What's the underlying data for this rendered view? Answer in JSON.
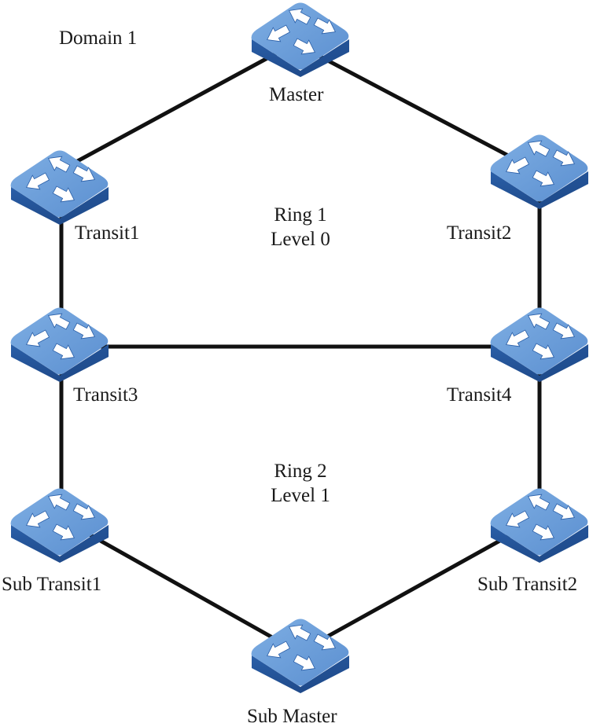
{
  "domain_label": "Domain 1",
  "colors": {
    "switch_top": "#5b8fd0",
    "switch_top_light": "#7eaee3",
    "switch_side": "#2a5fa8",
    "switch_side_dark": "#1f4a8a",
    "arrow": "#ffffff",
    "link": "#111111"
  },
  "nodes": [
    {
      "id": "master",
      "label": "Master",
      "role": "master",
      "ring": "Ring 1"
    },
    {
      "id": "transit1",
      "label": "Transit1",
      "role": "transit",
      "ring": "Ring 1"
    },
    {
      "id": "transit2",
      "label": "Transit2",
      "role": "transit",
      "ring": "Ring 1"
    },
    {
      "id": "transit3",
      "label": "Transit3",
      "role": "transit",
      "ring": "Ring 1"
    },
    {
      "id": "transit4",
      "label": "Transit4",
      "role": "transit",
      "ring": "Ring 1"
    },
    {
      "id": "subtransit1",
      "label": "Sub Transit1",
      "role": "sub-transit",
      "ring": "Ring 2"
    },
    {
      "id": "subtransit2",
      "label": "Sub Transit2",
      "role": "sub-transit",
      "ring": "Ring 2"
    },
    {
      "id": "submaster",
      "label": "Sub Master",
      "role": "sub-master",
      "ring": "Ring 2"
    }
  ],
  "links": [
    {
      "from": "master",
      "to": "transit1"
    },
    {
      "from": "master",
      "to": "transit2"
    },
    {
      "from": "transit1",
      "to": "transit3"
    },
    {
      "from": "transit2",
      "to": "transit4"
    },
    {
      "from": "transit3",
      "to": "transit4"
    },
    {
      "from": "transit3",
      "to": "subtransit1"
    },
    {
      "from": "transit4",
      "to": "subtransit2"
    },
    {
      "from": "subtransit1",
      "to": "submaster"
    },
    {
      "from": "subtransit2",
      "to": "submaster"
    }
  ],
  "rings": [
    {
      "name": "Ring 1",
      "level": "Level 0"
    },
    {
      "name": "Ring 2",
      "level": "Level 1"
    }
  ]
}
